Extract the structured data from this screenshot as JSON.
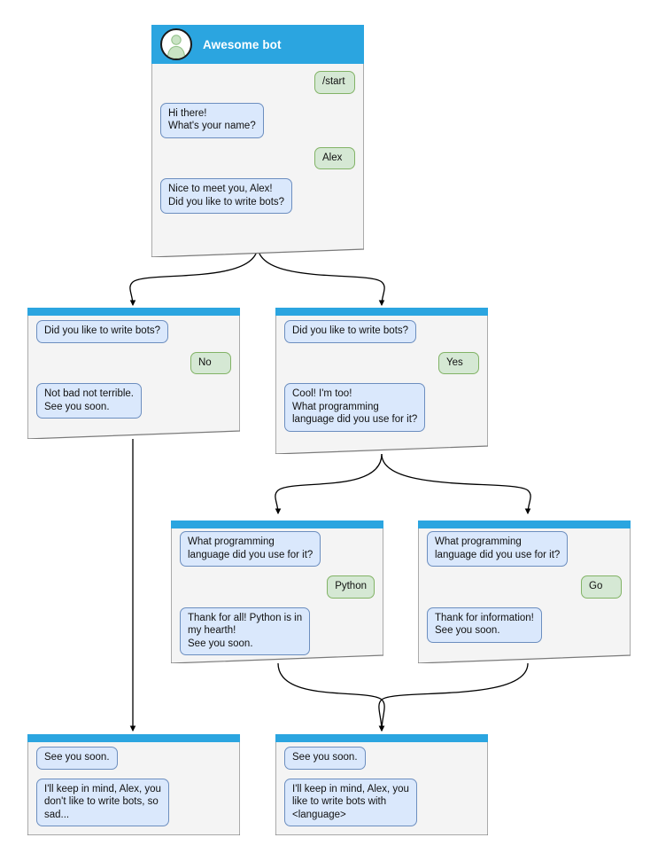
{
  "colors": {
    "header_blue": "#2ba5e0",
    "card_face": "#f4f4f4",
    "card_stroke": "#7a7a7a",
    "bot_bubble_fill": "#dae8fc",
    "bot_bubble_stroke": "#6c8ebf",
    "user_bubble_fill": "#d5e8d4",
    "user_bubble_stroke": "#82b366",
    "avatar_fill": "#ffffff",
    "avatar_stroke": "#1a1a1a",
    "person_fill": "#c9e3c4",
    "person_stroke": "#8fbf85",
    "edge_stroke": "#000000",
    "canvas_bg": "#ffffff"
  },
  "root": {
    "bot_name": "Awesome bot",
    "avatar_icon": "person-avatar-icon",
    "messages": [
      {
        "side": "user",
        "text": "/start"
      },
      {
        "side": "bot",
        "text": "Hi there!\nWhat's your name?"
      },
      {
        "side": "user",
        "text": "Alex"
      },
      {
        "side": "bot",
        "text": "Nice to meet you, Alex!\nDid you like to write bots?"
      }
    ]
  },
  "branch_no": {
    "messages": [
      {
        "side": "bot",
        "text": "Did you like to write bots?"
      },
      {
        "side": "user",
        "text": "No"
      },
      {
        "side": "bot",
        "text": "Not bad not terrible.\nSee you soon."
      }
    ]
  },
  "branch_yes": {
    "messages": [
      {
        "side": "bot",
        "text": "Did you like to write bots?"
      },
      {
        "side": "user",
        "text": "Yes"
      },
      {
        "side": "bot",
        "text": "Cool! I'm too!\nWhat programming\nlanguage did you use for it?"
      }
    ]
  },
  "branch_python": {
    "messages": [
      {
        "side": "bot",
        "text": "What programming\nlanguage did you use for it?"
      },
      {
        "side": "user",
        "text": "Python"
      },
      {
        "side": "bot",
        "text": "Thank for all! Python is in\nmy hearth!\nSee you soon."
      }
    ]
  },
  "branch_go": {
    "messages": [
      {
        "side": "bot",
        "text": "What programming\nlanguage did you use for it?"
      },
      {
        "side": "user",
        "text": "Go"
      },
      {
        "side": "bot",
        "text": "Thank for information!\nSee you soon."
      }
    ]
  },
  "end_sad": {
    "messages": [
      {
        "side": "bot",
        "text": "See you soon."
      },
      {
        "side": "bot",
        "text": "I'll keep in mind, Alex, you\ndon't like to write bots, so\nsad..."
      }
    ]
  },
  "end_happy": {
    "messages": [
      {
        "side": "bot",
        "text": "See you soon."
      },
      {
        "side": "bot",
        "text": "I'll keep in mind, Alex, you\nlike to write bots with\n<language>"
      }
    ]
  }
}
